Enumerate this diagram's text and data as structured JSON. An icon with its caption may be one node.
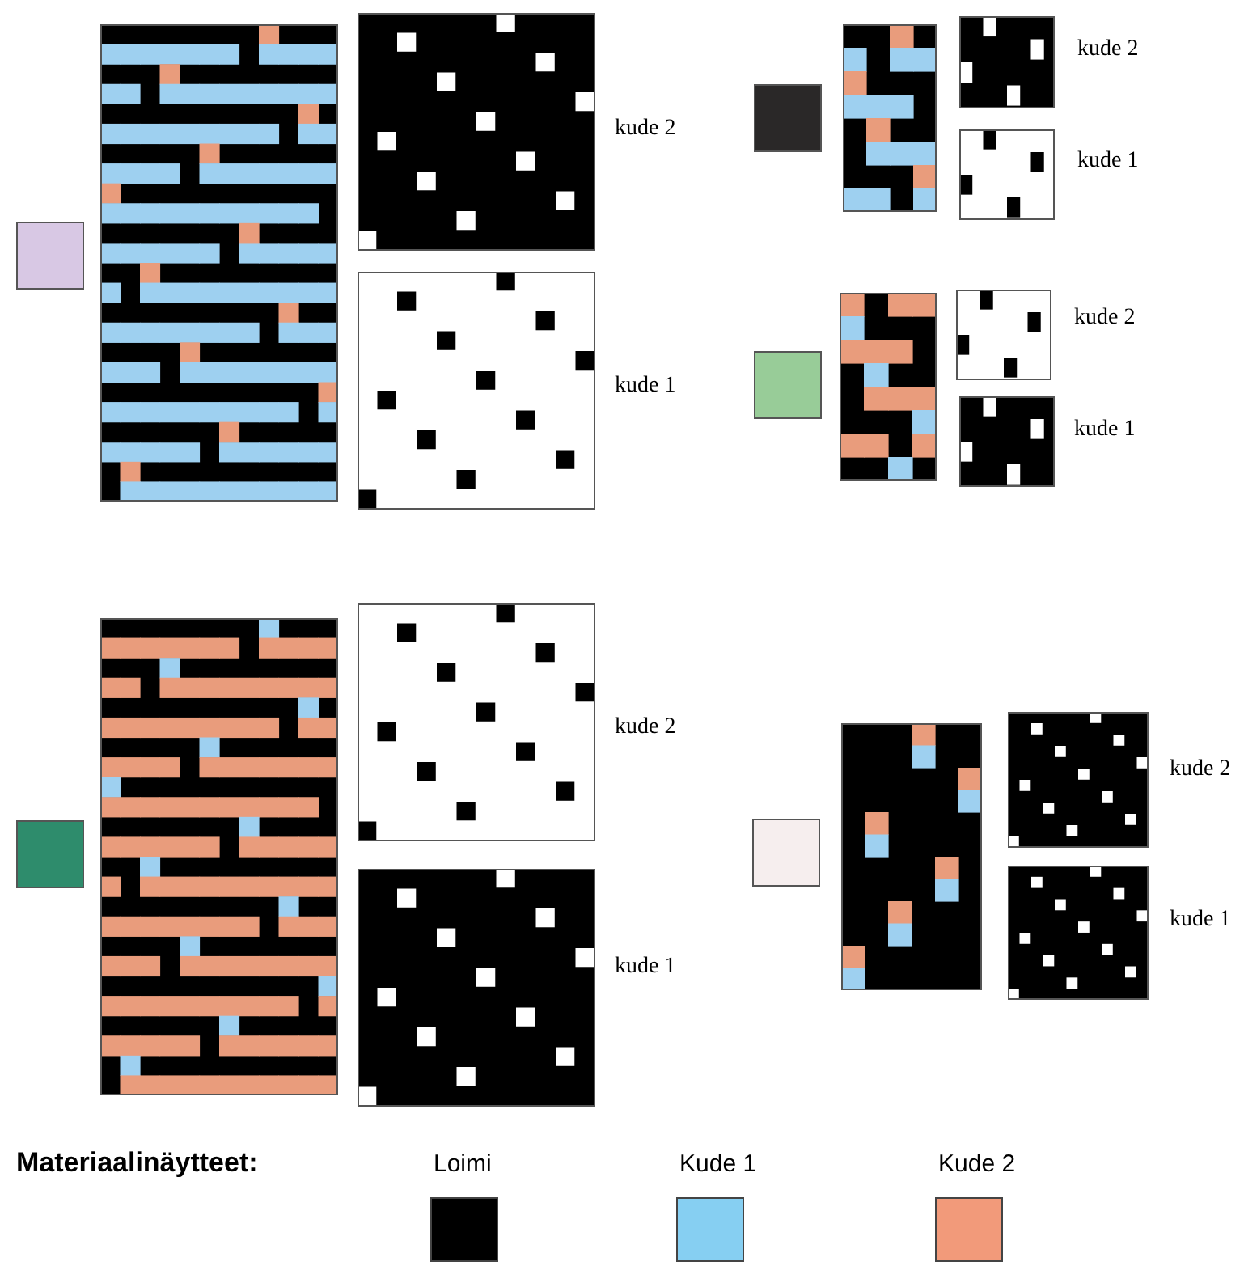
{
  "diagram": {
    "labels": [
      "kude 2",
      "kude 1",
      "kude 2",
      "kude 1",
      "kude 2",
      "kude 1",
      "kude 2",
      "kude 1",
      "kude 2",
      "kude 1",
      "Materiaalinäytteet:"
    ],
    "legend": [
      {
        "text": "Loimi",
        "color": "#000000"
      },
      {
        "text": "Kude 1",
        "color": "#86cff2"
      },
      {
        "text": "Kude 2",
        "color": "#f29a7a"
      }
    ]
  }
}
